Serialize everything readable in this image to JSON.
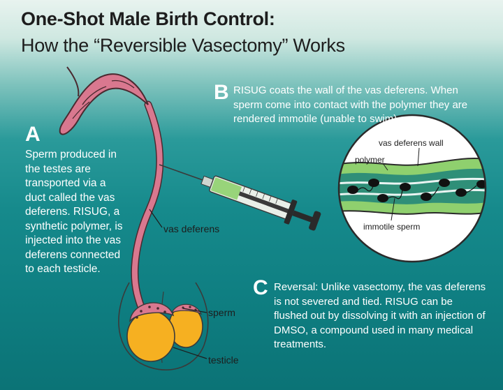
{
  "title": {
    "line1": "One-Shot Male Birth Control:",
    "line2": "How the “Reversible Vasectomy” Works"
  },
  "sections": {
    "a": {
      "letter": "A",
      "text": "Sperm produced in the testes are transported via a duct called the vas deferens. RISUG, a synthetic polymer, is injected into the vas deferens connected to each testicle."
    },
    "b": {
      "letter": "B",
      "text": "RISUG coats the wall of the vas deferens. When sperm come into contact with the polymer they are rendered immotile (unable to swim)."
    },
    "c": {
      "letter": "C",
      "text": "Reversal: Unlike vasectomy, the vas deferens is not severed and tied. RISUG can be flushed out by dissolving it with an injection of DMSO, a compound used in many medical treatments."
    }
  },
  "labels": {
    "vas_deferens": "vas deferens",
    "sperm": "sperm",
    "testicle": "testicle",
    "vas_deferens_wall": "vas deferens wall",
    "polymer": "polymer",
    "immotile_sperm": "immotile sperm"
  },
  "colors": {
    "duct": "#d9788f",
    "testicle": "#f6b021",
    "polymer": "#8fd06e",
    "syringe_plunger": "#2a2a2a"
  }
}
